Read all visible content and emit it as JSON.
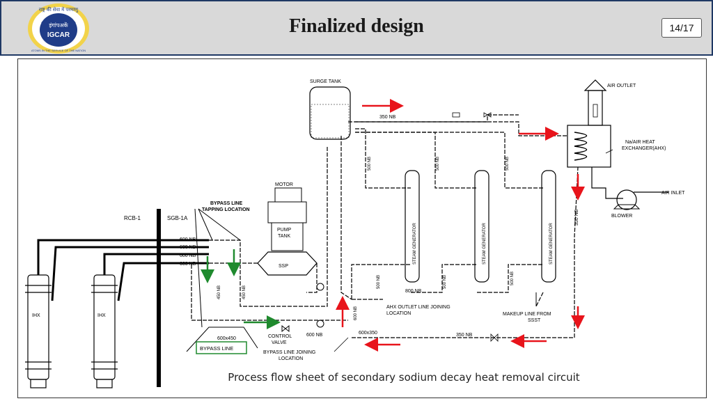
{
  "slide": {
    "title": "Finalized design",
    "page_number": "14/17",
    "caption": "Process flow sheet of secondary sodium decay heat removal circuit"
  },
  "logo": {
    "top_text": "राष्ट्र की सेवा में परमाणु",
    "center_hindi": "इंगांपअकें",
    "center_text": "IGCAR",
    "bottom_text": "ATOMS IN THE SERVICE OF THE NATION",
    "color": "#1f3c88"
  },
  "labels": {
    "surge_tank": "SURGE TANK",
    "air_outlet": "AIR OUTLET",
    "ahx": "Na/AIR HEAT",
    "ahx2": "EXCHANGER(AHX)",
    "air_inlet": "AIR INLET",
    "blower": "BLOWER",
    "motor": "MOTOR",
    "pump_tank_1": "PUMP",
    "pump_tank_2": "TANK",
    "ssp": "SSP",
    "bypass_tap_1": "BYPASS LINE",
    "bypass_tap_2": "TAPPING LOCATION",
    "rcb": "RCB-1",
    "sgb": "SGB-1A",
    "ihx": "IHX",
    "steam_generator": "STEAM GENERATOR",
    "ahx_outlet_1": "AHX OUTLET LINE JOINING",
    "ahx_outlet_2": "LOCATION",
    "makeup_1": "MAKEUP LINE FROM",
    "makeup_2": "SSST",
    "control_valve_1": "CONTROL",
    "control_valve_2": "VALVE",
    "bypass_joining_1": "BYPASS LINE JOINING",
    "bypass_joining_2": "LOCATION",
    "bypass_line": "BYPASS LINE",
    "nb_350": "350 NB",
    "nb_500": "500 NB",
    "nb_600": "600 NB",
    "nb_800": "800 NB",
    "nb_450": "450 NB",
    "nb_600x450": "600x450",
    "nb_600x350": "600x350"
  },
  "colors": {
    "arrow_red": "#e8141b",
    "arrow_green": "#1f8a2e",
    "bypass_box": "#1f8a2e",
    "header_border": "#1f3864"
  }
}
